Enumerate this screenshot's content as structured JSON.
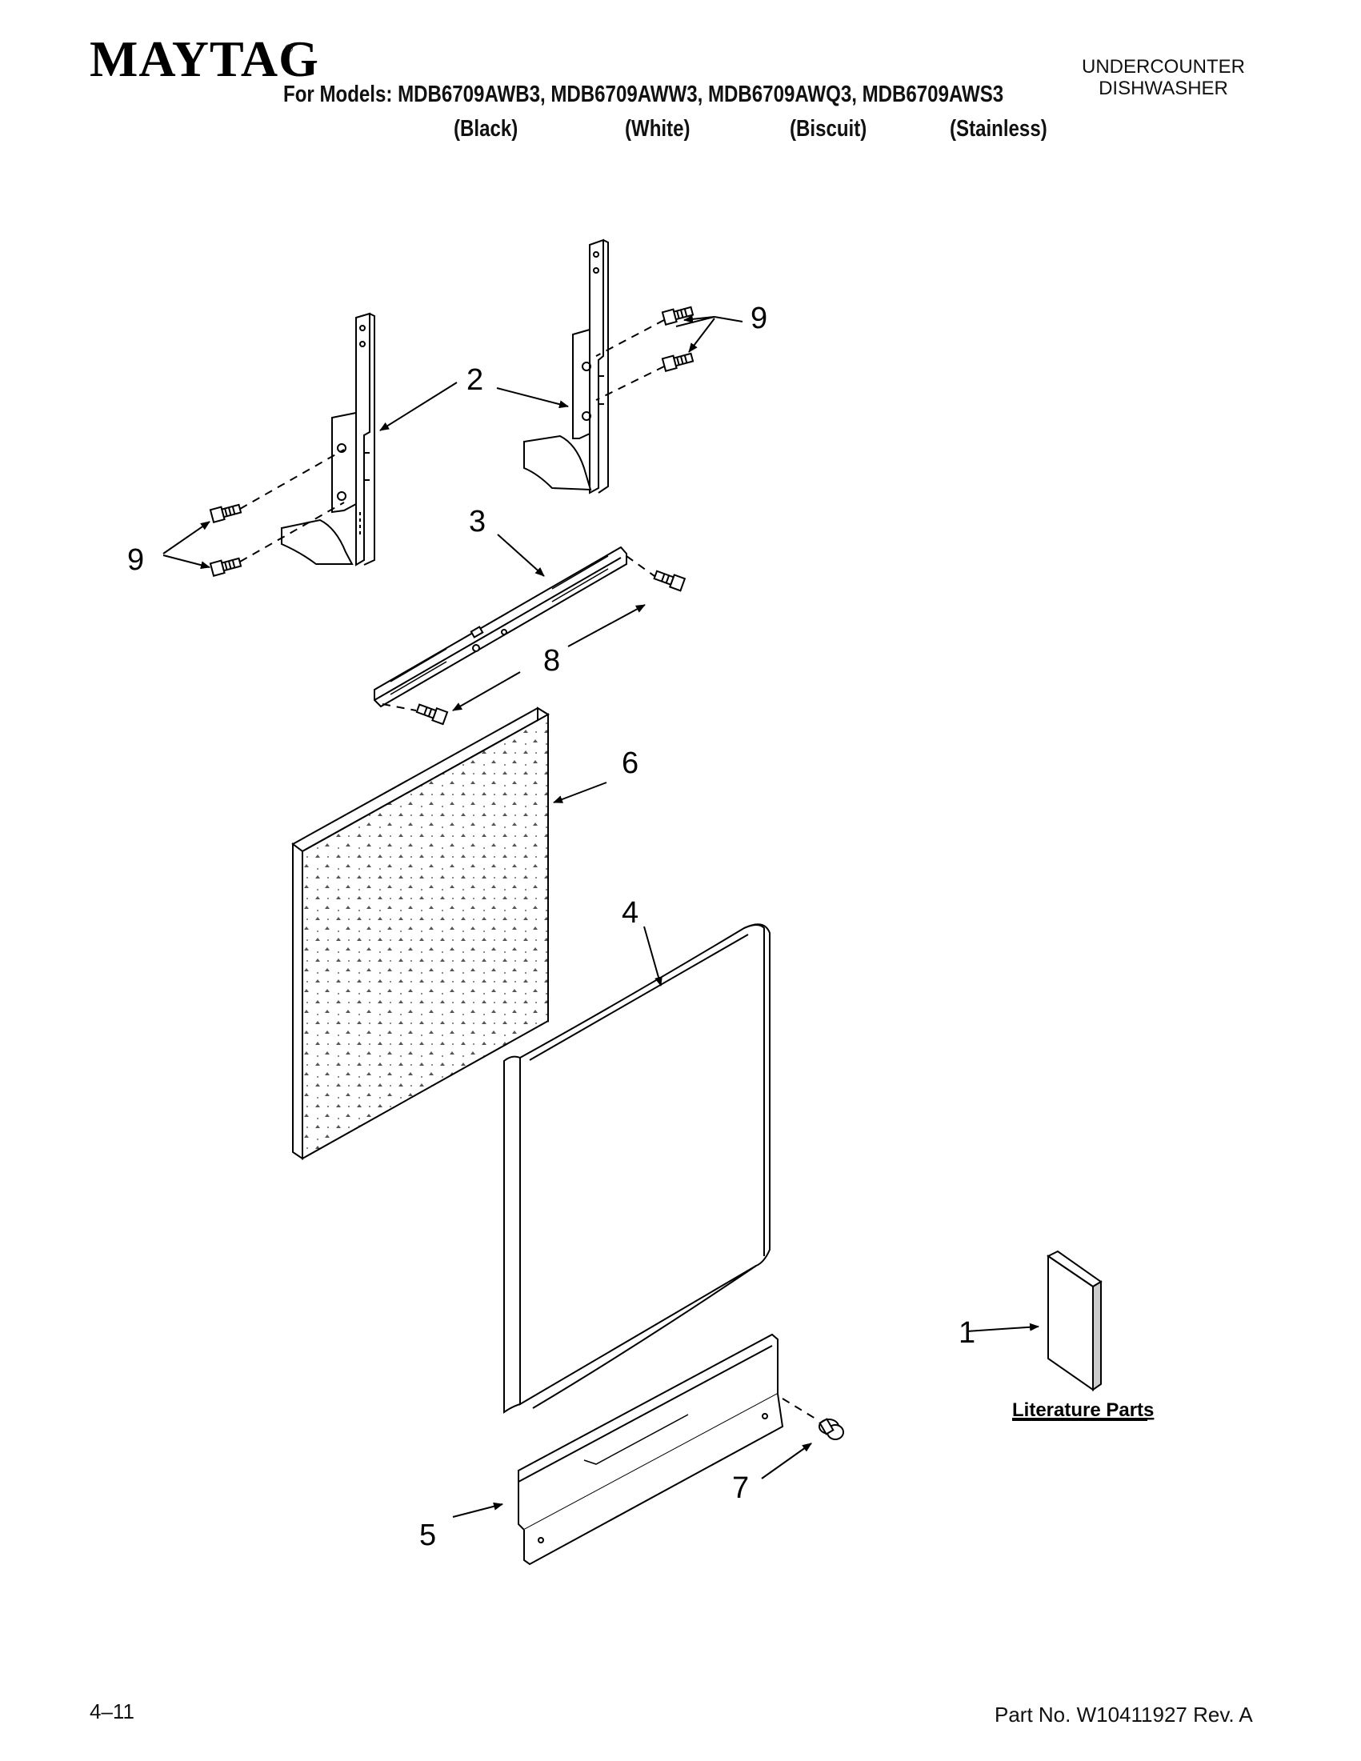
{
  "header": {
    "brand": "MAYTAG",
    "brand_mark": "®",
    "models_line": "For Models: MDB6709AWB3, MDB6709AWW3, MDB6709AWQ3, MDB6709AWS3",
    "colors": [
      "(Black)",
      "(White)",
      "(Biscuit)",
      "(Stainless)"
    ],
    "product_line1": "UNDERCOUNTER",
    "product_line2": "DISHWASHER"
  },
  "callouts": {
    "c1": "1",
    "c2": "2",
    "c3": "3",
    "c4": "4",
    "c5": "5",
    "c6": "6",
    "c7": "7",
    "c8": "8",
    "c9a": "9",
    "c9b": "9"
  },
  "literature_label": "Literature Parts",
  "footer": {
    "page_code": "4–11",
    "part_number": "Part No. W10411927 Rev. A"
  }
}
